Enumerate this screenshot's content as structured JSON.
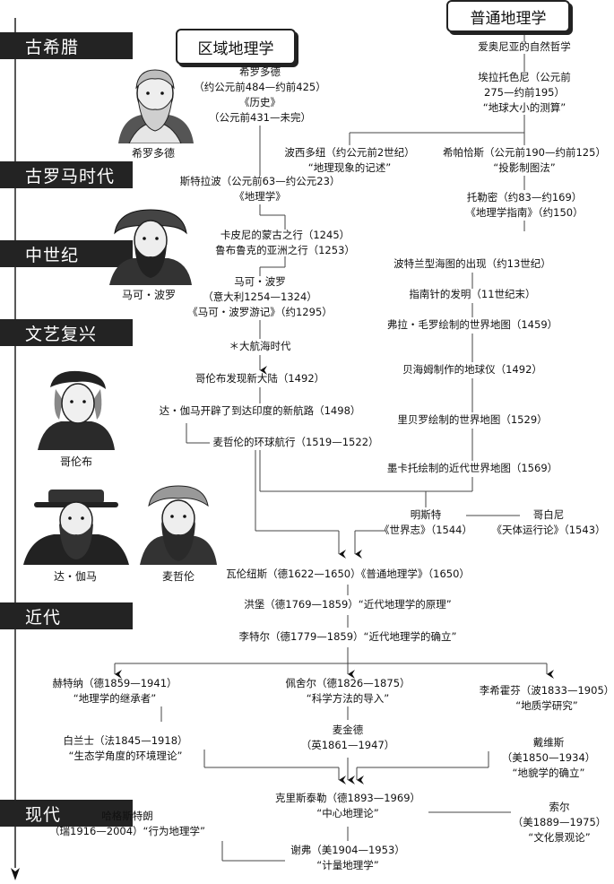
{
  "header": {
    "regional": "区域地理学",
    "general": "普通地理学"
  },
  "eras": [
    "古希腊",
    "古罗马时代",
    "中世纪",
    "文艺复兴",
    "近代",
    "现代"
  ],
  "portraits": [
    "希罗多德",
    "马可・波罗",
    "哥伦布",
    "达・伽马",
    "麦哲伦"
  ],
  "entries": {
    "herodotus": [
      "希罗多德",
      "（约公元前484—约前425）",
      "《历史》",
      "（公元前431—未完）"
    ],
    "ionia": [
      "爱奥尼亚的自然哲学"
    ],
    "eratosthenes": [
      "埃拉托色尼（公元前",
      "275—约前195）",
      "“地球大小的测算”"
    ],
    "posidonius": [
      "波西多纽（约公元前2世纪）",
      "“地理现象的记述”"
    ],
    "hipparchus": [
      "希帕恰斯（公元前190—约前125）",
      "“投影制图法”"
    ],
    "strabo": [
      "斯特拉波（公元前63—约公元23）",
      "《地理学》"
    ],
    "ptolemy": [
      "托勒密（约83—约169）",
      "《地理学指南》（约150）"
    ],
    "carpini": [
      "卡皮尼的蒙古之行（1245）",
      "鲁布鲁克的亚洲之行（1253）"
    ],
    "portolan": [
      "波特兰型海图的出现（约13世纪）"
    ],
    "compass": [
      "指南针的发明（11世纪末）"
    ],
    "marcopolo": [
      "马可・波罗",
      "（意大利1254—1324）",
      "《马可・波罗游记》（约1295）"
    ],
    "mauro": [
      "弗拉・毛罗绘制的世界地图（1459）"
    ],
    "voyages": [
      "＊大航海时代"
    ],
    "behaim": [
      "贝海姆制作的地球仪（1492）"
    ],
    "columbus": [
      "哥伦布发现新大陆（1492）"
    ],
    "dagama": [
      "达・伽马开辟了到达印度的新航路（1498）"
    ],
    "ribeiro": [
      "里贝罗绘制的世界地图（1529）"
    ],
    "magellan": [
      "麦哲伦的环球航行（1519—1522）"
    ],
    "mercator": [
      "墨卡托绘制的近代世界地图（1569）"
    ],
    "munster": [
      "明斯特",
      "《世界志》（1544）"
    ],
    "copernicus": [
      "哥白尼",
      "《天体运行论》（1543）"
    ],
    "varenius": [
      "瓦伦纽斯（德1622—1650）《普通地理学》（1650）"
    ],
    "humboldt": [
      "洪堡（德1769—1859）“近代地理学的原理”"
    ],
    "ritter": [
      "李特尔（德1779—1859）“近代地理学的确立”"
    ],
    "hettner": [
      "赫特纳（德1859—1941）",
      "“地理学的继承者”"
    ],
    "peschel": [
      "佩舍尔（德1826—1875）",
      "“科学方法的导入”"
    ],
    "richthofen": [
      "李希霍芬（波1833—1905）",
      "“地质学研究”"
    ],
    "blache": [
      "白兰士（法1845—1918）",
      "“生态学角度的环境理论”"
    ],
    "mackinder": [
      "麦金德",
      "（英1861—1947）"
    ],
    "davis": [
      "戴维斯",
      "（美1850—1934）",
      "“地貌学的确立”"
    ],
    "christaller": [
      "克里斯泰勒（德1893—1969）",
      "“中心地理论”"
    ],
    "sauer": [
      "索尔",
      "（美1889—1975）",
      "“文化景观论”"
    ],
    "hagerstrand": [
      "哈格斯特朗",
      "（瑞1916—2004）“行为地理学”"
    ],
    "schaefer": [
      "谢弗（美1904—1953）",
      "“计量地理学”"
    ]
  }
}
